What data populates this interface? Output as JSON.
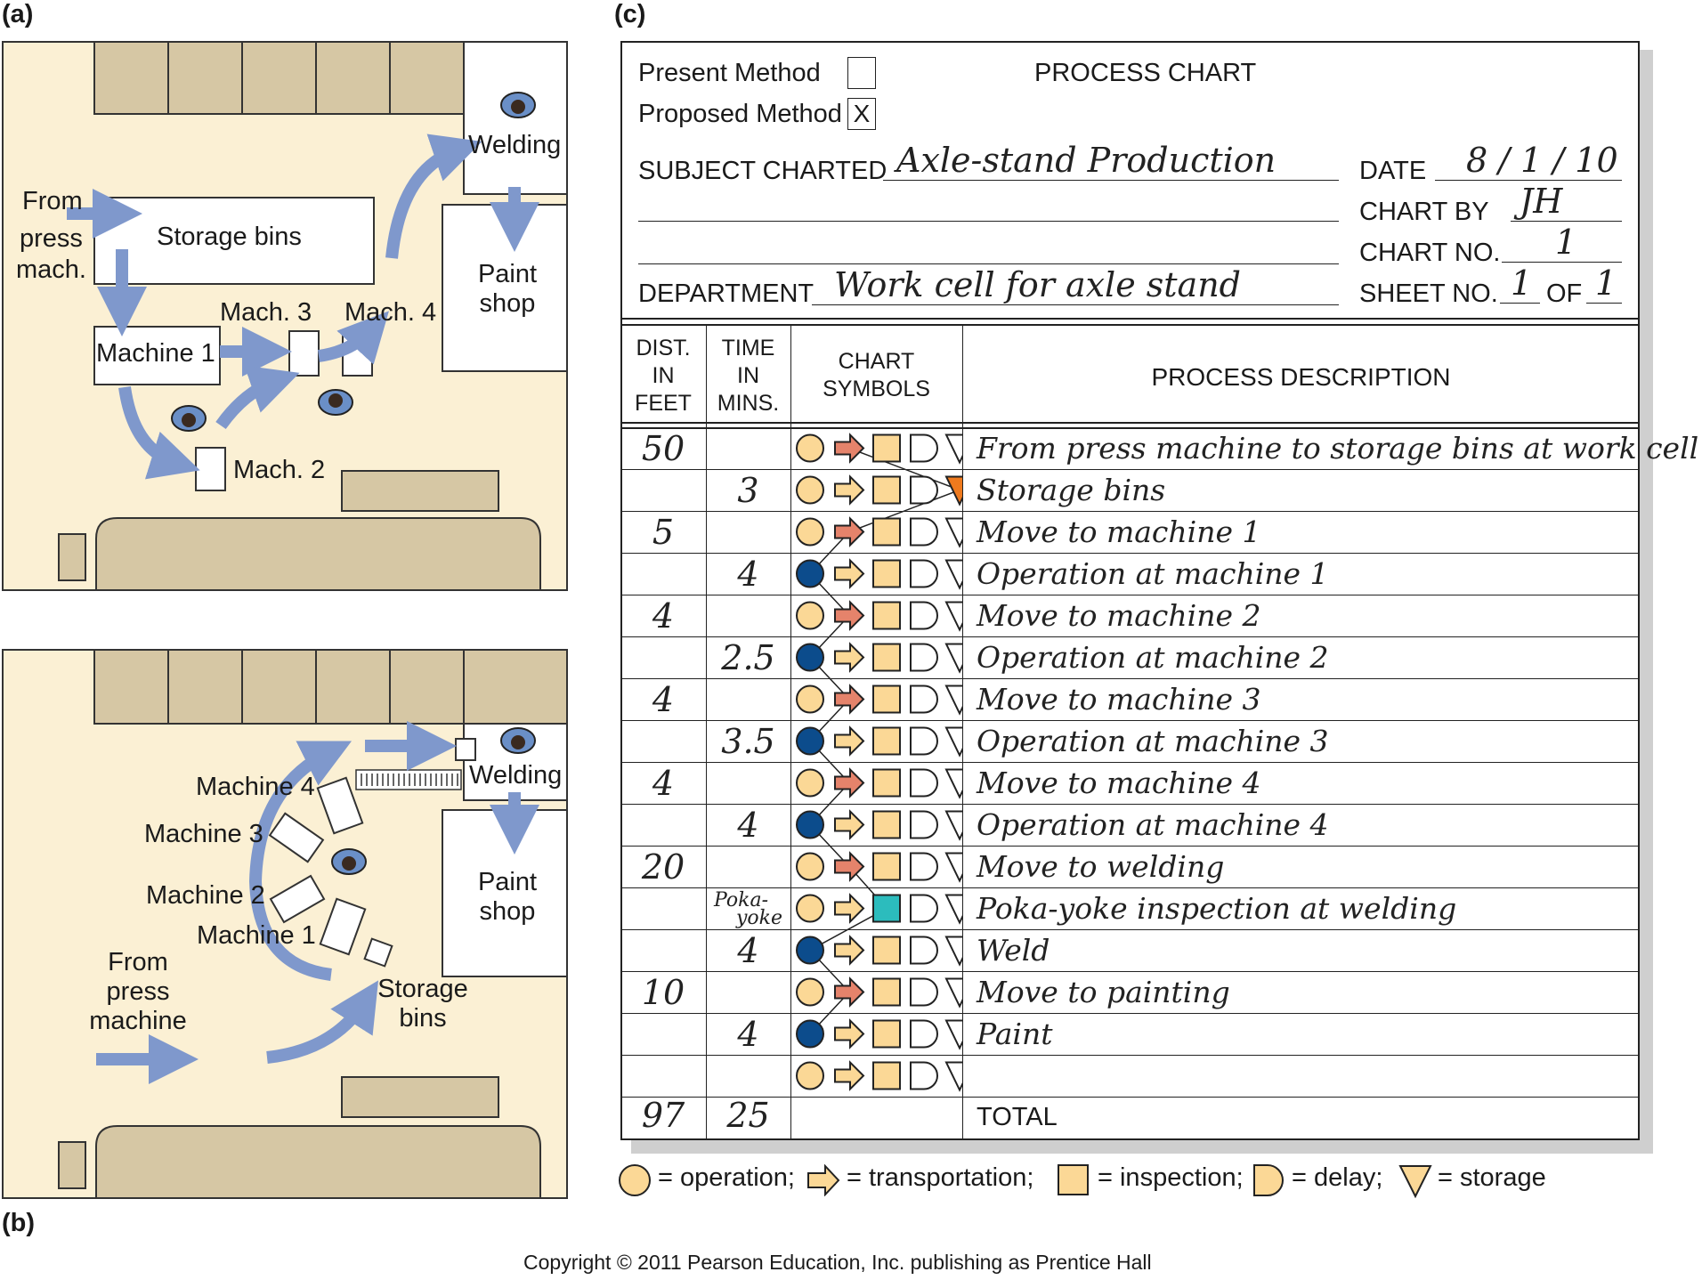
{
  "panels": {
    "a_label": "(a)",
    "b_label": "(b)",
    "c_label": "(c)"
  },
  "layout_a": {
    "from_press_line1": "From",
    "from_press_line2": "press",
    "from_press_line3": "mach.",
    "storage_bins": "Storage bins",
    "machine1": "Machine 1",
    "mach2": "Mach. 2",
    "mach3": "Mach. 3",
    "mach4": "Mach. 4",
    "welding": "Welding",
    "paint_line1": "Paint",
    "paint_line2": "shop"
  },
  "layout_b": {
    "machine4": "Machine 4",
    "machine3": "Machine 3",
    "machine2": "Machine 2",
    "machine1": "Machine 1",
    "from_line1": "From",
    "from_line2": "press",
    "from_line3": "machine",
    "storage_line1": "Storage",
    "storage_line2": "bins",
    "welding": "Welding",
    "paint_line1": "Paint",
    "paint_line2": "shop"
  },
  "form": {
    "present_method": "Present Method",
    "proposed_method": "Proposed Method",
    "proposed_mark": "X",
    "title": "PROCESS CHART",
    "subject_label": "SUBJECT CHARTED",
    "subject_value": "Axle-stand Production",
    "date_label": "DATE",
    "date_value": "8 / 1 / 10",
    "chart_by_label": "CHART BY",
    "chart_by_value": "JH",
    "chart_no_label": "CHART NO.",
    "chart_no_value": "1",
    "department_label": "DEPARTMENT",
    "department_value": "Work cell for axle stand",
    "sheet_no_label": "SHEET NO.",
    "sheet_no_value": "1",
    "of_label": "OF",
    "of_value": "1"
  },
  "table": {
    "headers": {
      "dist_line1": "DIST.",
      "dist_line2": "IN",
      "dist_line3": "FEET",
      "time_line1": "TIME",
      "time_line2": "IN",
      "time_line3": "MINS.",
      "symbols_line1": "CHART",
      "symbols_line2": "SYMBOLS",
      "description": "PROCESS DESCRIPTION"
    },
    "rows": [
      {
        "dist": "50",
        "time": "",
        "active": "transportation",
        "desc": "From press machine to storage bins at work cell"
      },
      {
        "dist": "",
        "time": "3",
        "active": "storage",
        "desc": "Storage bins"
      },
      {
        "dist": "5",
        "time": "",
        "active": "transportation",
        "desc": "Move to machine 1"
      },
      {
        "dist": "",
        "time": "4",
        "active": "operation",
        "desc": "Operation at machine 1"
      },
      {
        "dist": "4",
        "time": "",
        "active": "transportation",
        "desc": "Move to machine 2"
      },
      {
        "dist": "",
        "time": "2.5",
        "active": "operation",
        "desc": "Operation at machine 2"
      },
      {
        "dist": "4",
        "time": "",
        "active": "transportation",
        "desc": "Move to machine 3"
      },
      {
        "dist": "",
        "time": "3.5",
        "active": "operation",
        "desc": "Operation at machine 3"
      },
      {
        "dist": "4",
        "time": "",
        "active": "transportation",
        "desc": "Move to machine 4"
      },
      {
        "dist": "",
        "time": "4",
        "active": "operation",
        "desc": "Operation at machine 4"
      },
      {
        "dist": "20",
        "time": "",
        "active": "transportation",
        "desc": "Move to welding"
      },
      {
        "dist": "",
        "time": "Poka-yoke",
        "active": "inspection",
        "desc": "Poka-yoke inspection at welding"
      },
      {
        "dist": "",
        "time": "4",
        "active": "operation",
        "desc": "Weld"
      },
      {
        "dist": "10",
        "time": "",
        "active": "transportation",
        "desc": "Move to painting"
      },
      {
        "dist": "",
        "time": "4",
        "active": "operation",
        "desc": "Paint"
      },
      {
        "dist": "",
        "time": "",
        "active": "",
        "desc": ""
      }
    ],
    "poka_line1": "Poka-",
    "poka_line2": "yoke",
    "total_dist": "97",
    "total_time": "25",
    "total_label": "TOTAL"
  },
  "legend": {
    "operation": "= operation;",
    "transportation": "= transportation;",
    "inspection": "= inspection;",
    "delay": "= delay;",
    "storage": "= storage"
  },
  "copyright": "Copyright © 2011 Pearson Education, Inc. publishing as Prentice Hall",
  "colors": {
    "floor": "#fbf0d4",
    "equipment": "#d6c7a4",
    "arrow": "#7f98cc",
    "symbol_fill": "#fbd896",
    "operation_active": "#0c4c8c",
    "transport_active": "#e5836b",
    "storage_active": "#ef7a1e",
    "inspection_active": "#2cbcbd"
  }
}
